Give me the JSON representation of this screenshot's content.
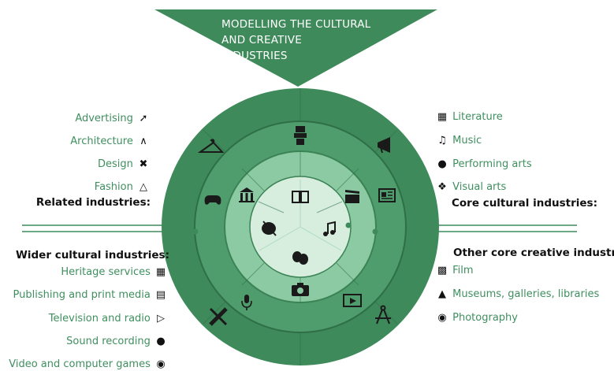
{
  "title": {
    "lines": [
      "MODELLING THE CULTURAL",
      "AND CREATIVE",
      "INDUSTRIES"
    ]
  },
  "colors": {
    "outer_ring": "#3e8a5a",
    "ring2": "#4f9d6c",
    "ring3": "#8ccaa3",
    "center": "#d7eedf",
    "title_bg": "#3e8a5a",
    "label_green": "#3f8f5f",
    "line_green": "#3e8a5a"
  },
  "related": {
    "heading": "Related industries:",
    "items": [
      {
        "label": "Advertising",
        "icon": "megaphone-icon"
      },
      {
        "label": "Architecture",
        "icon": "compass-icon"
      },
      {
        "label": "Design",
        "icon": "pencil-ruler-icon"
      },
      {
        "label": "Fashion",
        "icon": "hanger-icon"
      }
    ]
  },
  "wider": {
    "heading": "Wider cultural industries:",
    "items": [
      {
        "label": "Heritage services",
        "icon": "heritage-icon"
      },
      {
        "label": "Publishing and print media",
        "icon": "newspaper-icon"
      },
      {
        "label": "Television and radio",
        "icon": "tv-icon"
      },
      {
        "label": "Sound recording",
        "icon": "microphone-icon"
      },
      {
        "label": "Video and computer games",
        "icon": "gamepad-icon"
      }
    ]
  },
  "core": {
    "heading": "Core cultural industries:",
    "items": [
      {
        "label": "Literature",
        "icon": "book-icon"
      },
      {
        "label": "Music",
        "icon": "music-note-icon"
      },
      {
        "label": "Performing arts",
        "icon": "theatre-masks-icon"
      },
      {
        "label": "Visual arts",
        "icon": "palette-icon"
      }
    ]
  },
  "other_core": {
    "heading": "Other core creative industries:",
    "items": [
      {
        "label": "Film",
        "icon": "clapperboard-icon"
      },
      {
        "label": "Museums, galleries, libraries",
        "icon": "museum-icon"
      },
      {
        "label": "Photography",
        "icon": "camera-icon"
      }
    ]
  }
}
